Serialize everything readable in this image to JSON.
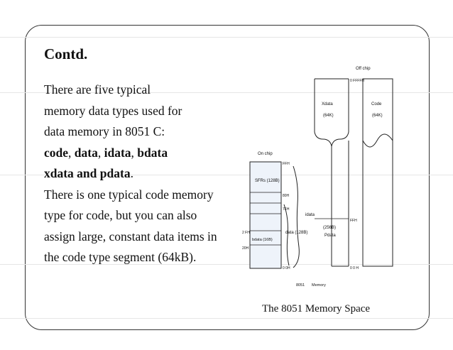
{
  "slide": {
    "title": "Contd.",
    "paragraphs": [
      {
        "line1": "There are five typical",
        "line2": " memory data types used for",
        "line3": " data memory in 8051 C:",
        "kw_code": "code",
        "kw_data": "data",
        "kw_idata": "idata",
        "kw_bdata": "bdata",
        "kw_xdata_pdata": "xdata and pdata",
        "sep1": ", ",
        "sep2": ", ",
        "sep3": ", ",
        "end": "."
      },
      {
        "text": "There is one typical code memory type for code, but you  can also assign large, constant data items in the code type segment (64kB)."
      }
    ],
    "caption": "The 8051 Memory Space"
  },
  "diagram": {
    "off_chip": "Off chip",
    "on_chip": "On chip",
    "xdata": "Xdata",
    "xdata_size": "(64K)",
    "code": "Code",
    "code_size": "(64K)",
    "ffffh": "0 FFFFH",
    "sfrs": "SFRs (128B)",
    "ffh": "FFH",
    "h80": "80H",
    "h7f": "7FH",
    "idata": "idata",
    "data": "data (128B)",
    "bdata": "bdata (16B)",
    "h2f": "2 FH",
    "h20": "20H",
    "h00": "0 0H",
    "pdata_size": "(256B)",
    "pdata": "Pdata",
    "pdata_ffh": "FFH",
    "pdata_0h": "0 0 H",
    "bottom_8051": "8051",
    "bottom_memory": "Memory"
  }
}
